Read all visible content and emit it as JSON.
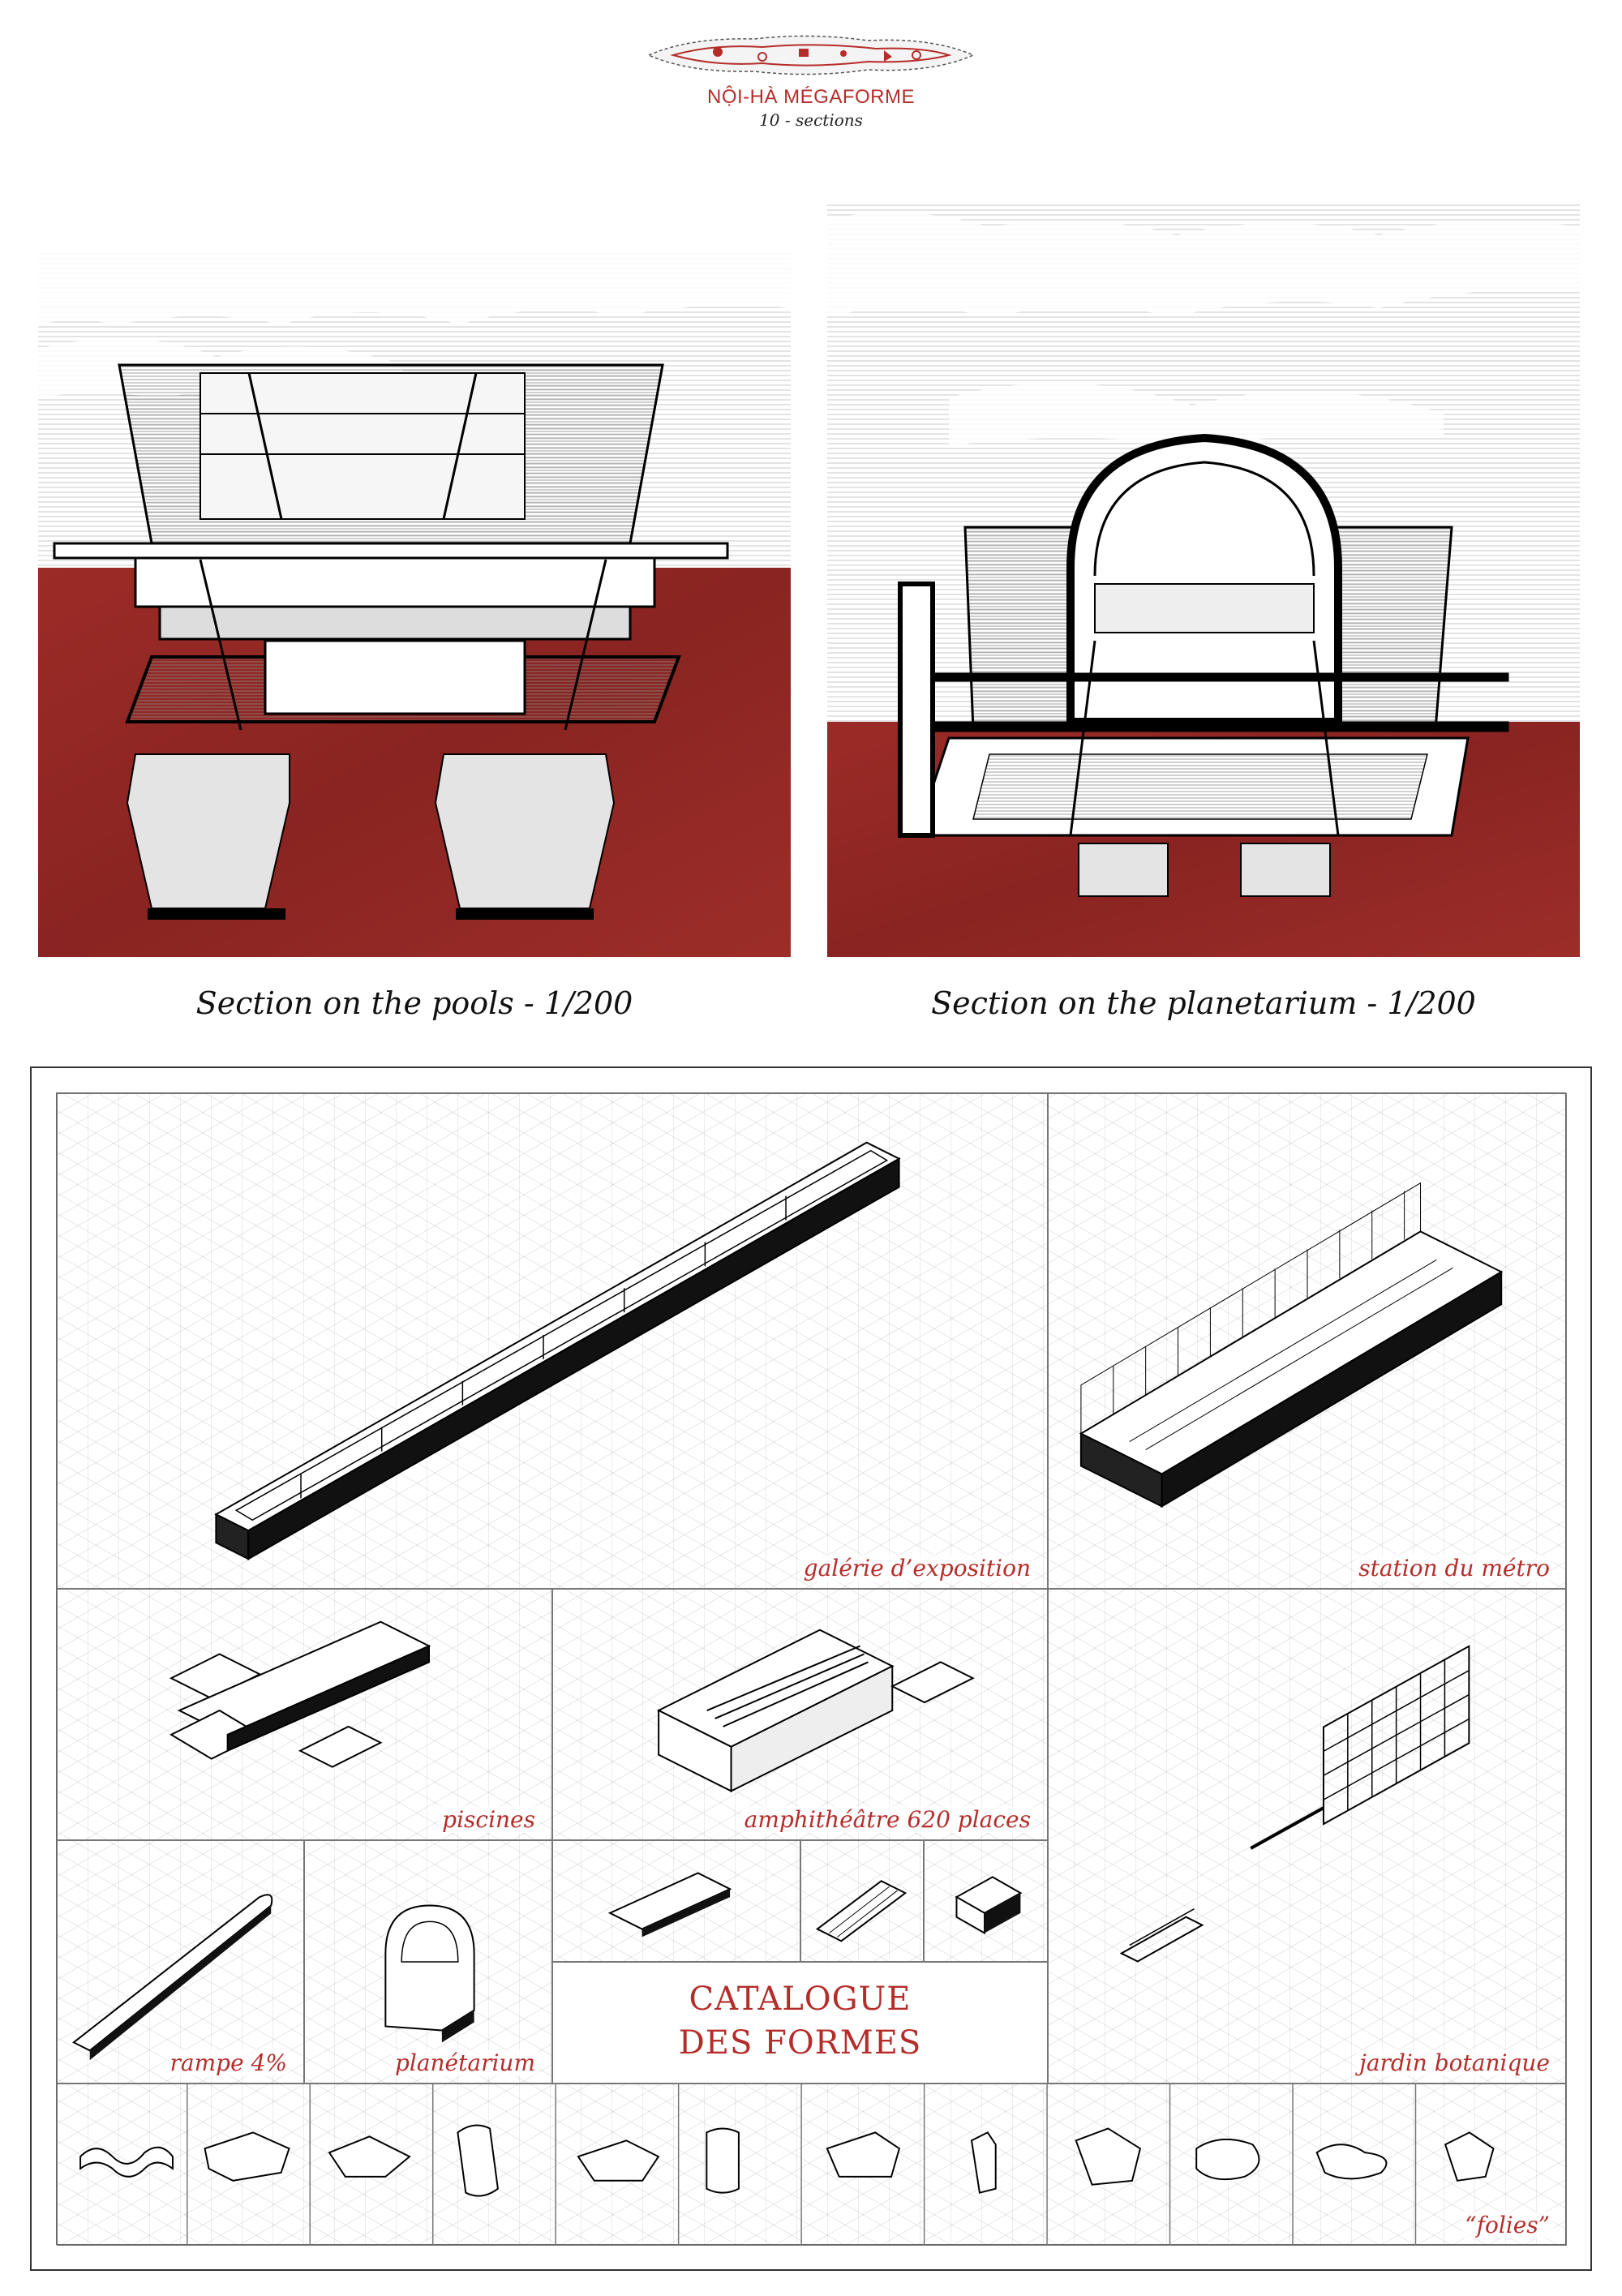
{
  "header": {
    "title": "NỘI-HÀ MÉGAFORME",
    "subtitle": "10 - sections"
  },
  "sections": {
    "left_caption": "Section on the pools - 1/200",
    "right_caption": "Section on the planetarium - 1/200"
  },
  "catalogue": {
    "title_line1": "CATALOGUE",
    "title_line2": "DES FORMES",
    "items": {
      "galerie": "galérie d’exposition",
      "metro": "station du métro",
      "piscines": "piscines",
      "amphitheatre": "amphithéâtre 620 places",
      "jardin": "jardin botanique",
      "rampe": "rampe 4%",
      "planetarium": "planétarium",
      "folies": "“folies”"
    }
  },
  "colors": {
    "accent_red": "#b52d2a",
    "ground_red": "#9c2a27",
    "ink": "#111111"
  }
}
